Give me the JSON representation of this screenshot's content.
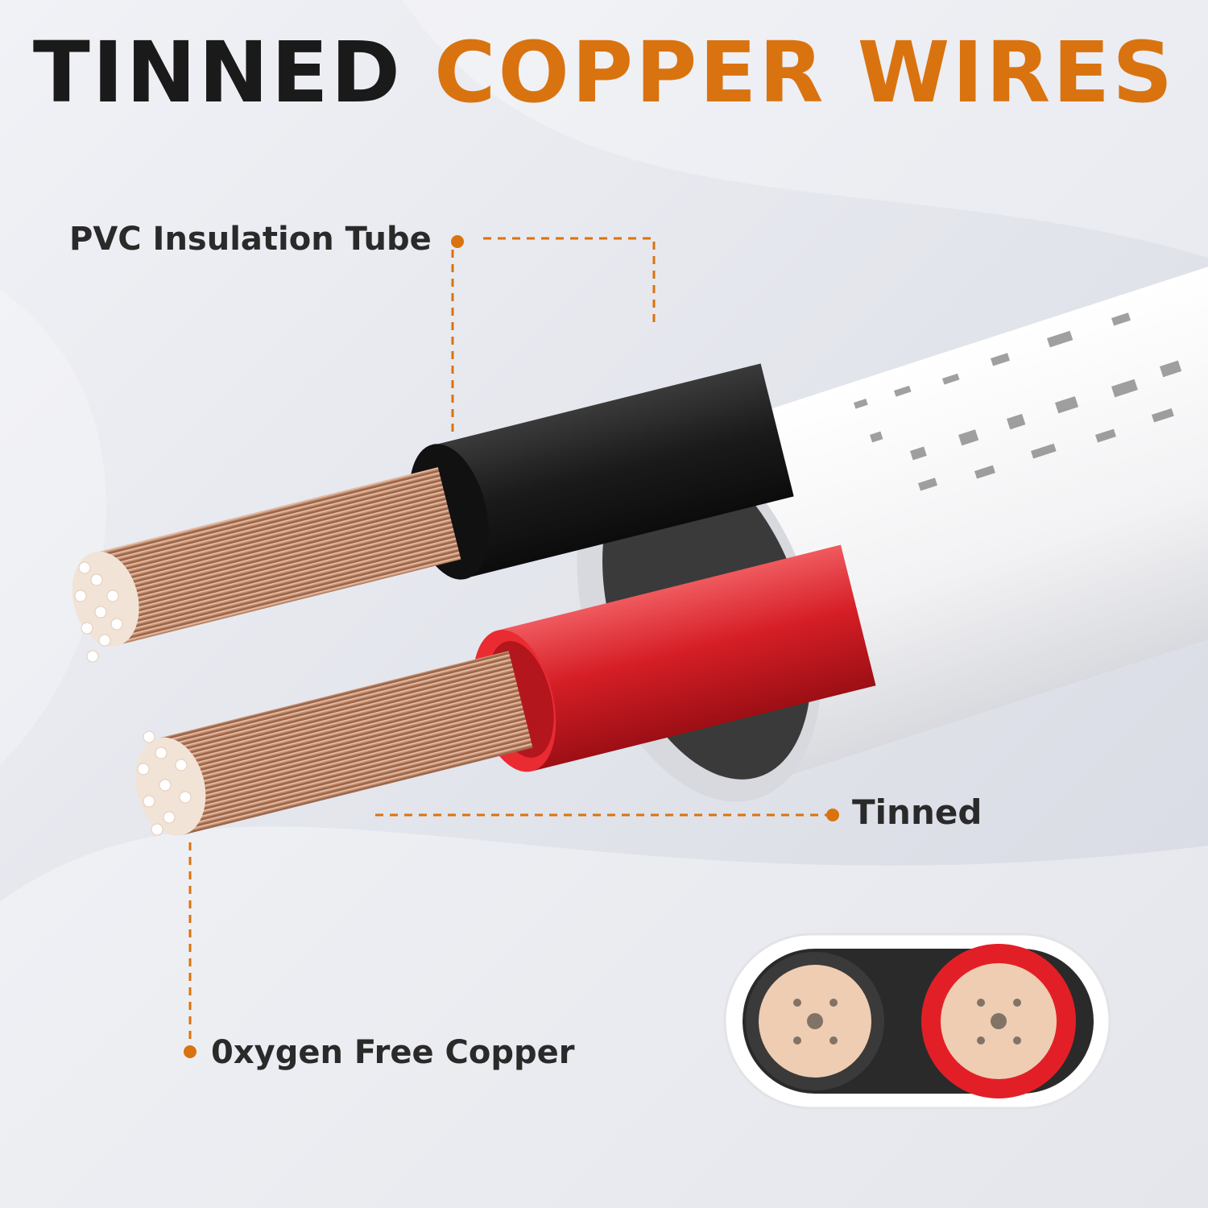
{
  "title": {
    "word1": "TINNED",
    "word2": "COPPER WIRES"
  },
  "callouts": {
    "pvc": "PVC Insulation Tube",
    "tinned": "Tinned",
    "ofc": "0xygen Free Copper"
  },
  "colors": {
    "title_dark": "#1a1a1a",
    "title_accent": "#d9730f",
    "leader": "#d9730f",
    "insulation_black": "#1c1c1c",
    "insulation_red": "#d91f26",
    "jacket": "#f4f4f4",
    "copper": "#c8906f"
  }
}
